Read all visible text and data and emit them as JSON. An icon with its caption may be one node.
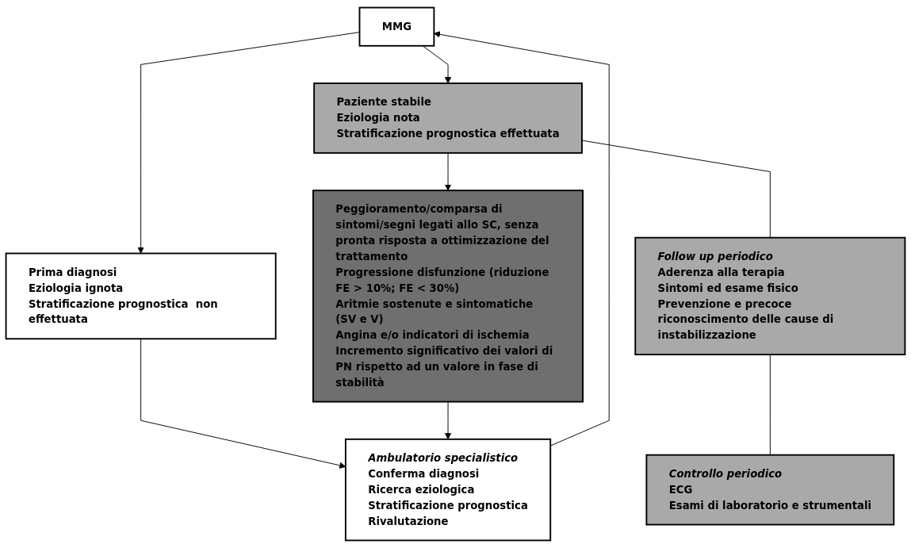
{
  "diagram": {
    "nodes": [
      {
        "text": [
          "MMG"
        ]
      },
      {
        "text": [
          "Prima diagnosi",
          "Eziologia ignota",
          "Stratificazione prognostica  non effettuata"
        ]
      },
      {
        "text": [
          "Paziente stabile",
          "Eziologia nota",
          "Stratificazione prognostica effettuata"
        ]
      },
      {
        "text": [
          "Peggioramento/comparsa di sintomi/segni legati allo SC, senza pronta risposta a ottimizzazione del trattamento",
          "Progressione disfunzione (riduzione FE > 10%; FE < 30%)",
          "Aritmie sostenute e sintomatiche (SV e V)",
          "Angina e/o indicatori di ischemia",
          "Incremento significativo dei valori di PN rispetto ad un valore in fase di stabilità"
        ]
      },
      {
        "text": [
          "Follow up periodico",
          "Aderenza alla terapia",
          "Sintomi ed esame fisico",
          "Prevenzione e precoce riconoscimento delle cause di instabilizzazione"
        ]
      },
      {
        "text": [
          "Ambulatorio specialistico",
          "Conferma diagnosi",
          "Ricerca eziologica",
          "Stratificazione prognostica",
          "Rivalutazione"
        ]
      },
      {
        "text": [
          "Controllo periodico",
          "ECG",
          "Esami di laboratorio e strumentali"
        ]
      }
    ],
    "edges": [
      {
        "from": 0,
        "to": 1,
        "arrow": "to"
      },
      {
        "from": 0,
        "to": 2,
        "arrow": "to"
      },
      {
        "from": 2,
        "to": 3,
        "arrow": "to"
      },
      {
        "from": 1,
        "to": 5,
        "arrow": "to"
      },
      {
        "from": 3,
        "to": 5,
        "arrow": "to"
      },
      {
        "from": 5,
        "to": 0,
        "arrow": "to"
      },
      {
        "from": 2,
        "to": 4,
        "arrow": "none"
      },
      {
        "from": 4,
        "to": 6,
        "arrow": "none"
      }
    ]
  }
}
